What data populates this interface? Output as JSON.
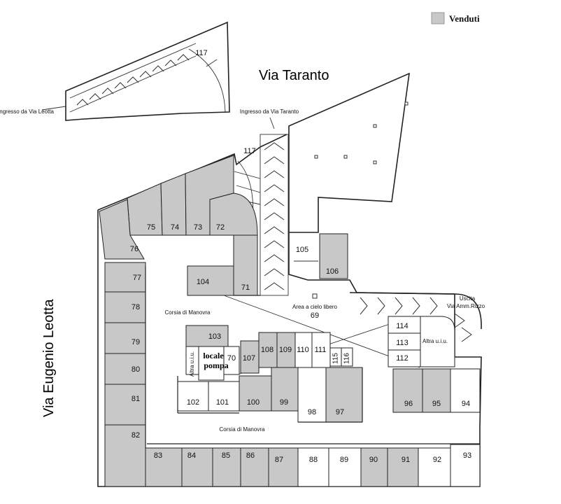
{
  "legend": {
    "label": "Venduti",
    "color": "#c8c8c8"
  },
  "streets": {
    "north": "Via Taranto",
    "west": "Via Eugenio Leotta"
  },
  "entrances": {
    "leotta": "Ingresso da Via Leotta",
    "taranto": "Ingresso da Via Taranto",
    "exit": "Uscita\nVia Amm.Rizzo"
  },
  "areas": {
    "corsia_top": "Corsia di Manovra",
    "corsia_bottom": "Corsia di Manovra",
    "cielo": "Area a cielo libero",
    "cielo_num": "69",
    "altra_uiu_right": "Altra u.i.u.",
    "altra_uiu_small": "Altra u.i.u.",
    "locale_pompa_1": "locale",
    "locale_pompa_2": "pompa"
  },
  "units": [
    {
      "id": "117a",
      "label": "117",
      "sold": false
    },
    {
      "id": "117b",
      "label": "117",
      "sold": false
    },
    {
      "id": "75",
      "label": "75",
      "sold": true
    },
    {
      "id": "74",
      "label": "74",
      "sold": true
    },
    {
      "id": "73",
      "label": "73",
      "sold": true
    },
    {
      "id": "72",
      "label": "72",
      "sold": true
    },
    {
      "id": "76",
      "label": "76",
      "sold": true
    },
    {
      "id": "77",
      "label": "77",
      "sold": true
    },
    {
      "id": "78",
      "label": "78",
      "sold": true
    },
    {
      "id": "79",
      "label": "79",
      "sold": true
    },
    {
      "id": "80",
      "label": "80",
      "sold": true
    },
    {
      "id": "81",
      "label": "81",
      "sold": true
    },
    {
      "id": "82",
      "label": "82",
      "sold": true
    },
    {
      "id": "104",
      "label": "104",
      "sold": true
    },
    {
      "id": "71",
      "label": "71",
      "sold": true
    },
    {
      "id": "105",
      "label": "105",
      "sold": false
    },
    {
      "id": "106",
      "label": "106",
      "sold": true
    },
    {
      "id": "103",
      "label": "103",
      "sold": true
    },
    {
      "id": "70",
      "label": "70",
      "sold": false
    },
    {
      "id": "107",
      "label": "107",
      "sold": true
    },
    {
      "id": "108",
      "label": "108",
      "sold": true
    },
    {
      "id": "109",
      "label": "109",
      "sold": true
    },
    {
      "id": "110",
      "label": "110",
      "sold": false
    },
    {
      "id": "111",
      "label": "111",
      "sold": false
    },
    {
      "id": "115",
      "label": "115",
      "sold": false
    },
    {
      "id": "116",
      "label": "116",
      "sold": false
    },
    {
      "id": "114",
      "label": "114",
      "sold": false
    },
    {
      "id": "113",
      "label": "113",
      "sold": false
    },
    {
      "id": "112",
      "label": "112",
      "sold": false
    },
    {
      "id": "102",
      "label": "102",
      "sold": false
    },
    {
      "id": "101",
      "label": "101",
      "sold": false
    },
    {
      "id": "100",
      "label": "100",
      "sold": true
    },
    {
      "id": "99",
      "label": "99",
      "sold": true
    },
    {
      "id": "98",
      "label": "98",
      "sold": false
    },
    {
      "id": "97",
      "label": "97",
      "sold": true
    },
    {
      "id": "96",
      "label": "96",
      "sold": true
    },
    {
      "id": "95",
      "label": "95",
      "sold": true
    },
    {
      "id": "94",
      "label": "94",
      "sold": false
    },
    {
      "id": "83",
      "label": "83",
      "sold": true
    },
    {
      "id": "84",
      "label": "84",
      "sold": true
    },
    {
      "id": "85",
      "label": "85",
      "sold": true
    },
    {
      "id": "86",
      "label": "86",
      "sold": true
    },
    {
      "id": "87",
      "label": "87",
      "sold": true
    },
    {
      "id": "88",
      "label": "88",
      "sold": false
    },
    {
      "id": "89",
      "label": "89",
      "sold": false
    },
    {
      "id": "90",
      "label": "90",
      "sold": true
    },
    {
      "id": "91",
      "label": "91",
      "sold": true
    },
    {
      "id": "92",
      "label": "92",
      "sold": false
    },
    {
      "id": "93",
      "label": "93",
      "sold": false
    }
  ]
}
